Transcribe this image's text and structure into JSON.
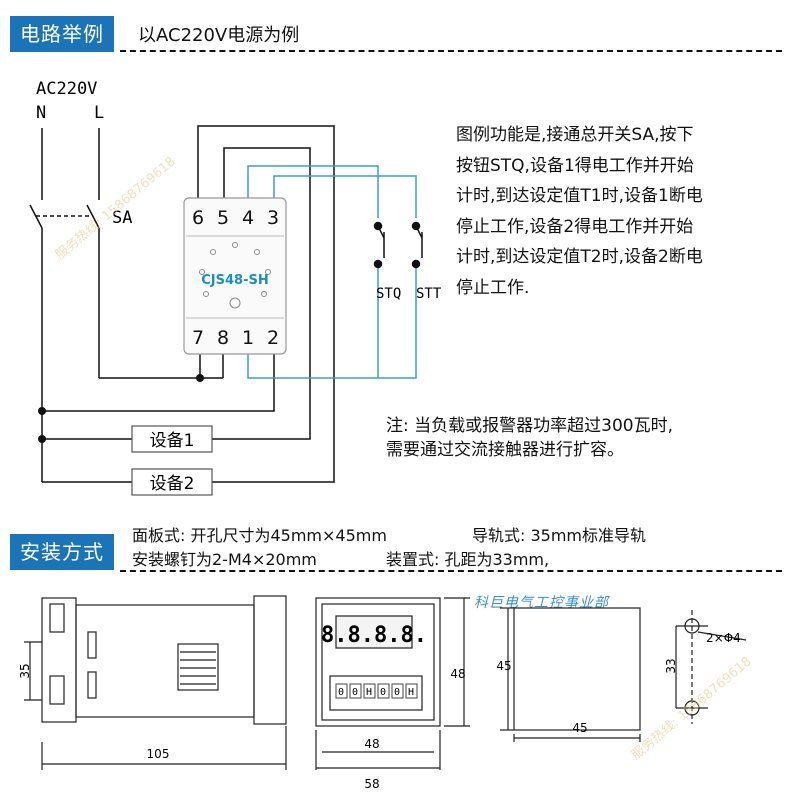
{
  "circuit": {
    "header": "电路举例",
    "subtitle": "以AC220V电源为例",
    "supply_label": "AC220V",
    "neutral_label": "N",
    "line_label": "L",
    "switch_label": "SA",
    "device_model": "CJS48-SH",
    "top_terminals": [
      "6",
      "5",
      "4",
      "3"
    ],
    "bottom_terminals": [
      "7",
      "8",
      "1",
      "2"
    ],
    "stq_label": "STQ",
    "stt_label": "STT",
    "load1_label": "设备1",
    "load2_label": "设备2",
    "description_lines": [
      "图例功能是,接通总开关SA,按下",
      "按钮STQ,设备1得电工作并开始",
      "计时,到达设定值T1时,设备1断电",
      "停止工作,设备2得电工作并开始",
      "计时,到达设定值T2时,设备2断电",
      "停止工作."
    ],
    "note_lines": [
      "注: 当负载或报警器功率超过300瓦时,",
      "需要通过交流接触器进行扩容。"
    ]
  },
  "installation": {
    "header": "安装方式",
    "panel_text": "面板式: 开孔尺寸为45mm×45mm",
    "rail_text": "导轨式: 35mm标准导轨",
    "screw_text": "安装螺钉为2-M4×20mm",
    "mount_text": "装置式: 孔距为33mm,",
    "company": "科巨电气工控事业部",
    "display_digits": "8.8.8.8.",
    "dip_labels": [
      "0",
      "0",
      "H",
      "0",
      "0",
      "H"
    ],
    "dims": {
      "side_height": "35",
      "side_length": "105",
      "front_height": "48",
      "front_inner_width": "48",
      "front_outer_width": "58",
      "rear_height": "45",
      "rear_width": "45",
      "hole_spacing": "33",
      "hole_spec": "2×Φ4"
    }
  },
  "watermark": "服务热线: 15868769618",
  "colors": {
    "header_bg": "#1b73b8",
    "wire": "#111111",
    "blue_wire": "#3aa0c8",
    "model_text": "#1a8fc0",
    "watermark": "#e3c982"
  }
}
